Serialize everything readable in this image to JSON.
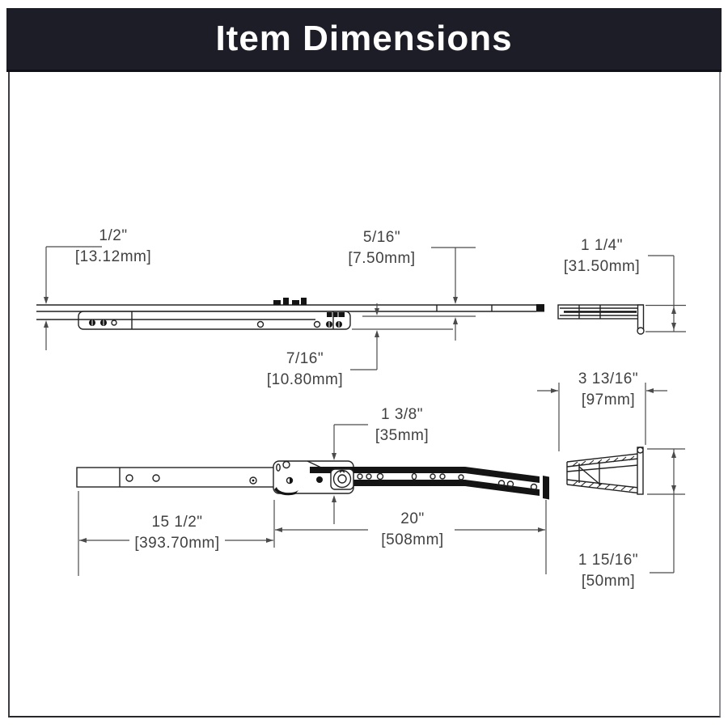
{
  "header": {
    "title": "Item Dimensions",
    "bg_color": "#1d1d27",
    "text_color": "#ffffff"
  },
  "drawing": {
    "part_line_color": "#222222",
    "dim_line_color": "#4b4b4b",
    "dimensions": {
      "top_left": {
        "inches": "1/2\"",
        "mm": "[13.12mm]"
      },
      "top_middle": {
        "inches": "5/16\"",
        "mm": "[7.50mm]"
      },
      "top_right": {
        "inches": "1 1/4\"",
        "mm": "[31.50mm]"
      },
      "mid_left": {
        "inches": "7/16\"",
        "mm": "[10.80mm]"
      },
      "mid_right": {
        "inches": "3 13/16\"",
        "mm": "[97mm]"
      },
      "center": {
        "inches": "1 3/8\"",
        "mm": "[35mm]"
      },
      "bottom_left": {
        "inches": "15 1/2\"",
        "mm": "[393.70mm]"
      },
      "bottom_center": {
        "inches": "20\"",
        "mm": "[508mm]"
      },
      "bottom_right": {
        "inches": "1 15/16\"",
        "mm": "[50mm]"
      }
    }
  }
}
